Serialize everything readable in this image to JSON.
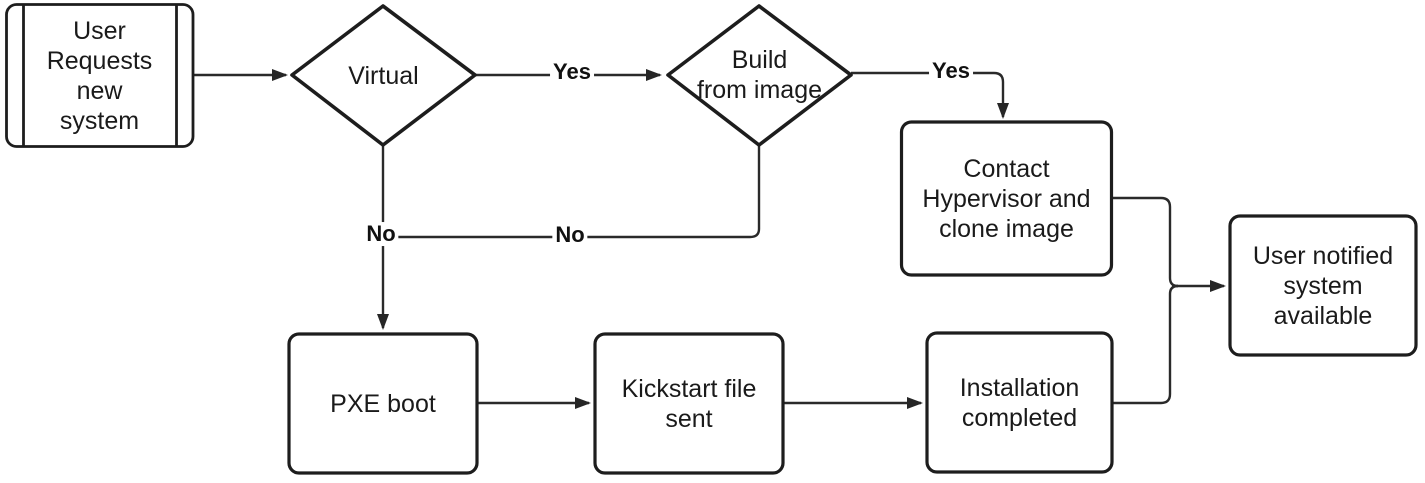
{
  "diagram": {
    "type": "flowchart",
    "background_color": "#ffffff",
    "stroke_color": "#1d1d1d",
    "text_color": "#1a1a1a",
    "nodes": [
      {
        "id": "start",
        "shape": "subroutine",
        "label": "User\nRequests\nnew\nsystem"
      },
      {
        "id": "virtual",
        "shape": "decision",
        "label": "Virtual"
      },
      {
        "id": "build-from-image",
        "shape": "decision",
        "label": "Build\nfrom image"
      },
      {
        "id": "contact-hypervisor",
        "shape": "process",
        "label": "Contact\nHypervisor and\nclone image"
      },
      {
        "id": "pxe-boot",
        "shape": "process",
        "label": "PXE boot"
      },
      {
        "id": "kickstart-file-sent",
        "shape": "process",
        "label": "Kickstart file\nsent"
      },
      {
        "id": "installation-completed",
        "shape": "process",
        "label": "Installation\ncompleted"
      },
      {
        "id": "user-notified",
        "shape": "process",
        "label": "User notified\nsystem\navailable"
      }
    ],
    "edges": [
      {
        "from": "start",
        "to": "virtual",
        "label": ""
      },
      {
        "from": "virtual",
        "to": "build-from-image",
        "label": "Yes"
      },
      {
        "from": "virtual",
        "to": "pxe-boot",
        "label": "No"
      },
      {
        "from": "build-from-image",
        "to": "contact-hypervisor",
        "label": "Yes"
      },
      {
        "from": "build-from-image",
        "to": "pxe-boot",
        "label": "No"
      },
      {
        "from": "pxe-boot",
        "to": "kickstart-file-sent",
        "label": ""
      },
      {
        "from": "kickstart-file-sent",
        "to": "installation-completed",
        "label": ""
      },
      {
        "from": "installation-completed",
        "to": "user-notified",
        "label": ""
      },
      {
        "from": "contact-hypervisor",
        "to": "user-notified",
        "label": ""
      }
    ]
  }
}
